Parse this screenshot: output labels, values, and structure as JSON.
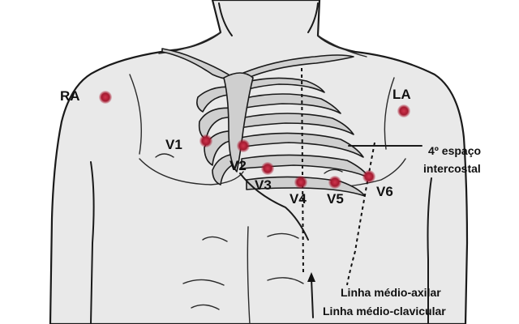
{
  "leads": {
    "ra": "RA",
    "la": "LA",
    "v1": "V1",
    "v2": "V2",
    "v3": "V3",
    "v4": "V4",
    "v5": "V5",
    "v6": "V6"
  },
  "annotations": {
    "intercostal_line1": "4º espaço",
    "intercostal_line2": "intercostal",
    "mid_axillary": "Linha médio-axilar",
    "mid_clavicular": "Linha médio-clavicular"
  },
  "colors": {
    "electrode": "#b01e35",
    "skin": "#e9e9e9",
    "outline": "#1a1a1a"
  },
  "icons": {
    "electrode": "circle-electrode-icon",
    "arrow": "arrow-up-icon"
  }
}
